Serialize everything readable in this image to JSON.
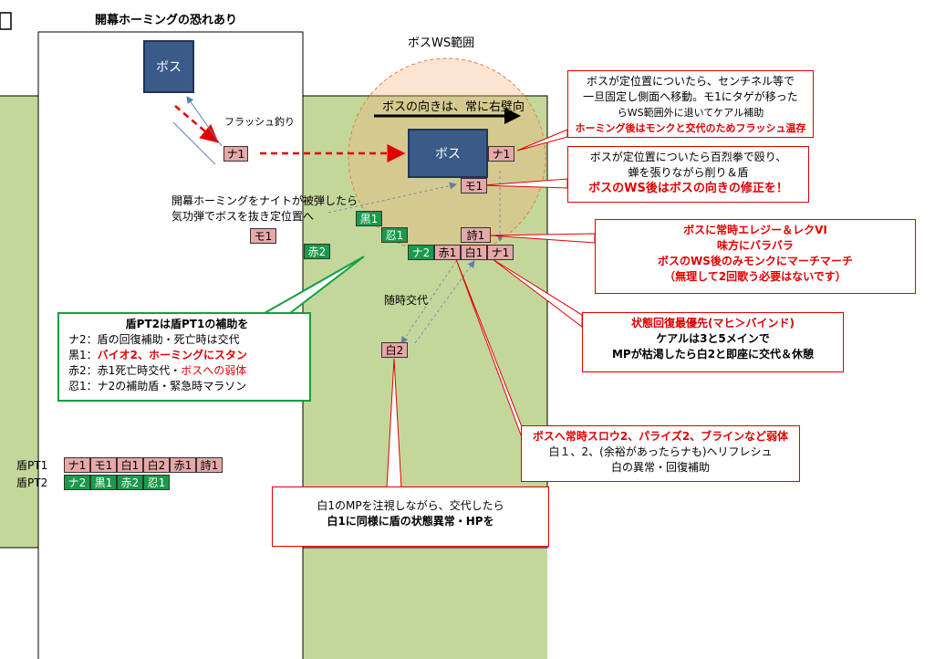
{
  "title": "開幕ホーミングの恐れあり",
  "boss_ws_range_label": "ボスWS範囲",
  "boss_facing_label": "ボスの向きは、常に右壁向",
  "flash_pull_label": "フラッシュ釣り",
  "homing_note": [
    "開幕ホーミングをナイトが被弾したら",
    "気功弾でボスを抜き定位置へ"
  ],
  "swap_label": "随時交代",
  "units": {
    "boss_start": "ボス",
    "boss_main": "ボス",
    "nai1_start": "ナ1",
    "nai1_boss": "ナ1",
    "mo1_boss": "モ1",
    "mo1_start": "モ1",
    "aka2": "赤2",
    "kuro1": "黒1",
    "nin1": "忍1",
    "uta1": "詩1",
    "row_nai2": "ナ2",
    "row_aka1": "赤1",
    "row_shiro1": "白1",
    "row_nai1": "ナ1",
    "shiro2": "白2"
  },
  "notes": {
    "nai1": {
      "line1": "ボスが定位置についたら、センチネル等で",
      "line2": "一旦固定し側面へ移動。モ1にタゲが移った",
      "line3": "らWS範囲外に退いてケアル補助",
      "emph": "ホーミング後はモンクと交代のためフラッシュ温存"
    },
    "mo1": {
      "line1": "ボスが定位置についたら百烈拳で殴り、",
      "line2": "蝉を張りながら削り＆盾",
      "emph": "ボスのWS後はボスの向きの修正を！"
    },
    "uta1": {
      "line1": "ボスに常時エレジー＆レクVI",
      "line2": "味方にバラバラ",
      "line3": "ボスのWS後のみモンクにマーチマーチ",
      "line4": "（無理して2回歌う必要はないです）"
    },
    "shiro1_status": {
      "emph": "状態回復最優先(マヒ＞バインド)",
      "line2": "ケアルは3と5メインで",
      "line3": "MPが枯渇したら白2と即座に交代＆休憩"
    },
    "aka1": {
      "emph": "ボスへ常時スロウ2、パライズ2、ブラインなど弱体",
      "line2": "白１、2、(余裕があったらナも)ヘリフレシュ",
      "line3": "白の異常・回復補助"
    },
    "shiro2": {
      "line1": "白1のMPを注視しながら、交代したら",
      "line2": "白1に同様に盾の状態異常・HPを"
    },
    "pt2": {
      "heading": "盾PT2は盾PT1の補助を",
      "r1": "ナ2：盾の回復補助・死亡時は交代",
      "r2a": "黒1：",
      "r2b": "バイオ2、ホーミングにスタン",
      "r3a": "赤2：赤1死亡時交代・",
      "r3b": "ボスへの弱体",
      "r4": "忍1：ナ2の補助盾・緊急時マラソン"
    }
  },
  "party": {
    "pt1_label": "盾PT1",
    "pt2_label": "盾PT2",
    "pt1": [
      "ナ1",
      "モ1",
      "白1",
      "白2",
      "赤1",
      "詩1"
    ],
    "pt2": [
      "ナ2",
      "黒1",
      "赤2",
      "忍1"
    ]
  },
  "colors": {
    "zone": "#c4d79b",
    "boss": "#3a5a88",
    "pink": "#e6a8a8",
    "green": "#1a9a4a",
    "red": "#e00000",
    "ws_circle": "#f4b27a"
  }
}
